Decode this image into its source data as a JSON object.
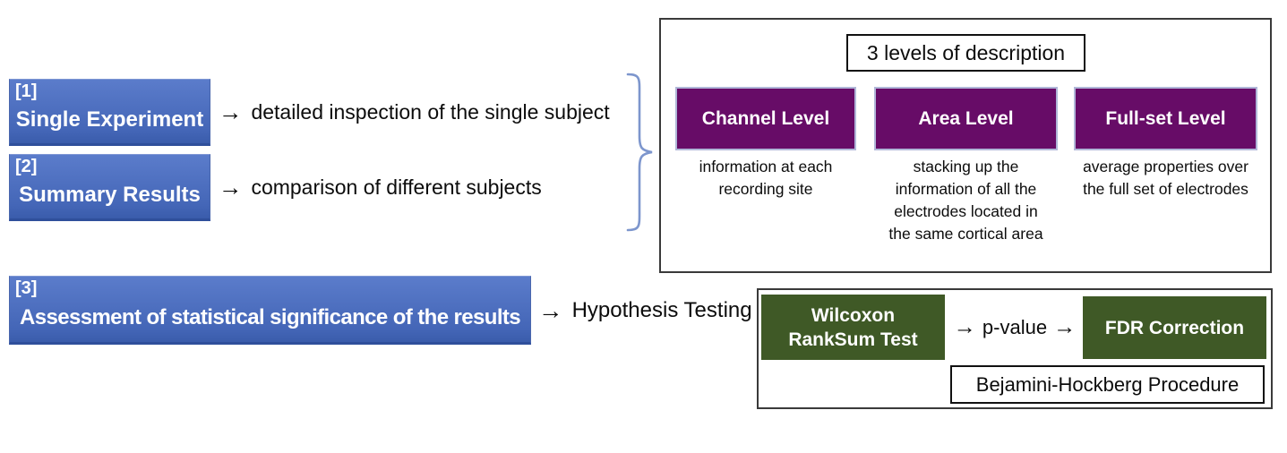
{
  "colors": {
    "blue_top": "#5B7CCB",
    "blue_mid": "#4466B7",
    "blue_bottom": "#3A5CAB",
    "purple": "#670C67",
    "green": "#3F5926",
    "brace": "#7D96CD",
    "panel_border": "#3a3a3a"
  },
  "steps": [
    {
      "index": "[1]",
      "label": "Single Experiment",
      "arrow": "→",
      "description": "detailed inspection of the single subject"
    },
    {
      "index": "[2]",
      "label": "Summary Results",
      "arrow": "→",
      "description": "comparison of different subjects"
    },
    {
      "index": "[3]",
      "label": "Assessment of statistical significance of the results",
      "arrow": "→",
      "description": "Hypothesis Testing"
    }
  ],
  "levels_panel": {
    "title": "3 levels of description",
    "levels": [
      {
        "name": "Channel Level",
        "description": "information at each recording site"
      },
      {
        "name": "Area Level",
        "description": "stacking up the information of all the electrodes located in the same cortical area"
      },
      {
        "name": "Full-set Level",
        "description": "average properties over the full set of electrodes"
      }
    ]
  },
  "testing_panel": {
    "test_box": "Wilcoxon RankSum Test",
    "arrow": "→",
    "pvalue_label": "p-value",
    "correction_box": "FDR Correction",
    "procedure_box": "Bejamini-Hockberg Procedure"
  }
}
